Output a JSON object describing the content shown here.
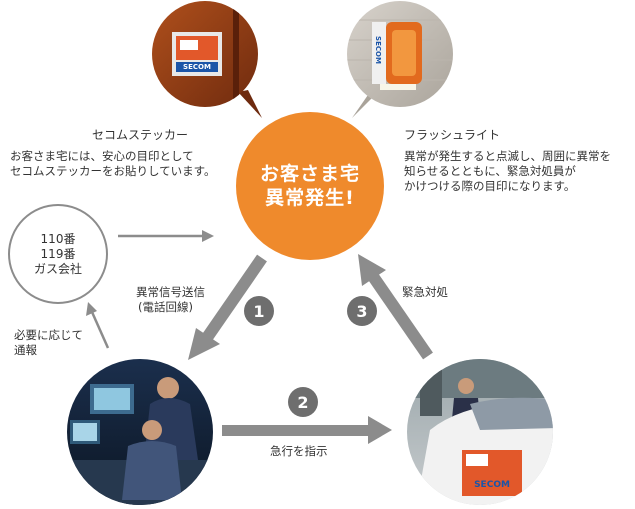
{
  "center": {
    "line1": "お客さま宅",
    "line2": "異常発生!"
  },
  "sticker": {
    "title": "セコムステッカー",
    "desc1": "お客さま宅には、安心の目印として",
    "desc2": "セコムステッカーをお貼りしています。",
    "logo": "SECOM"
  },
  "flashlight": {
    "title": "フラッシュライト",
    "desc1": "異常が発生すると点滅し、周囲に異常を",
    "desc2": "知らせるとともに、緊急対処員が",
    "desc3": "かけつける際の目印になります。",
    "logo": "SECOM"
  },
  "emergency": {
    "line1": "110番",
    "line2": "119番",
    "line3": "ガス会社"
  },
  "labels": {
    "signal1": "異常信号送信",
    "signal2": "(電話回線)",
    "notify1": "必要に応じて",
    "notify2": "通報",
    "dispatch": "急行を指示",
    "response": "緊急対処"
  },
  "steps": [
    "1",
    "2",
    "3"
  ],
  "car_logo": "SECOM",
  "colors": {
    "orange": "#ef8a2c",
    "arrow": "#8c8c8c",
    "secom_blue": "#1b55a8"
  }
}
